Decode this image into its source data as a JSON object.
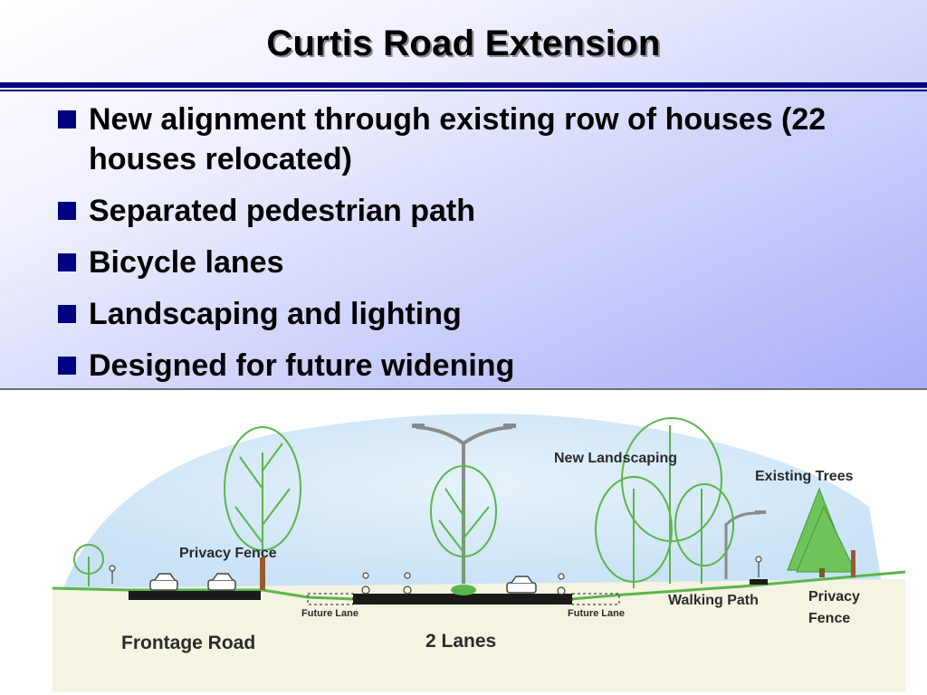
{
  "slide": {
    "title": "Curtis Road Extension",
    "bullets": [
      "New alignment through existing row of houses (22 houses relocated)",
      "Separated pedestrian path",
      "Bicycle lanes",
      "Landscaping and lighting",
      "Designed for future widening"
    ]
  },
  "diagram": {
    "labels": {
      "new_landscaping": "New Landscaping",
      "existing_trees": "Existing Trees",
      "privacy_fence_left": "Privacy Fence",
      "privacy_fence_right_line1": "Privacy",
      "privacy_fence_right_line2": "Fence",
      "walking_path": "Walking Path",
      "future_lane_left": "Future Lane",
      "future_lane_right": "Future Lane",
      "frontage_road": "Frontage Road",
      "two_lanes": "2 Lanes"
    },
    "colors": {
      "accent": "#000080",
      "sky": "#cfe6f7",
      "tree": "#5ab64a",
      "road": "#1a1a1a"
    }
  }
}
